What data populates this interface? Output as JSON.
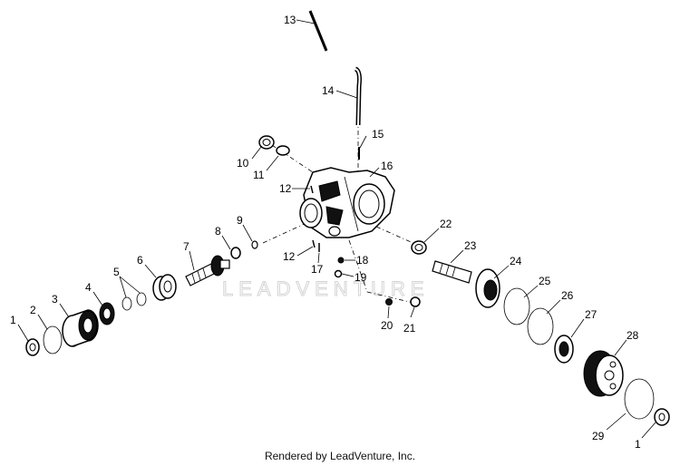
{
  "diagram": {
    "watermark": "LEADVENTURE",
    "credit": "Rendered by LeadVenture, Inc.",
    "callouts": [
      "1",
      "2",
      "3",
      "4",
      "5",
      "6",
      "7",
      "8",
      "9",
      "10",
      "11",
      "12",
      "13",
      "14",
      "15",
      "16",
      "12",
      "17",
      "18",
      "19",
      "20",
      "21",
      "22",
      "23",
      "24",
      "25",
      "26",
      "27",
      "28",
      "29",
      "1"
    ]
  }
}
